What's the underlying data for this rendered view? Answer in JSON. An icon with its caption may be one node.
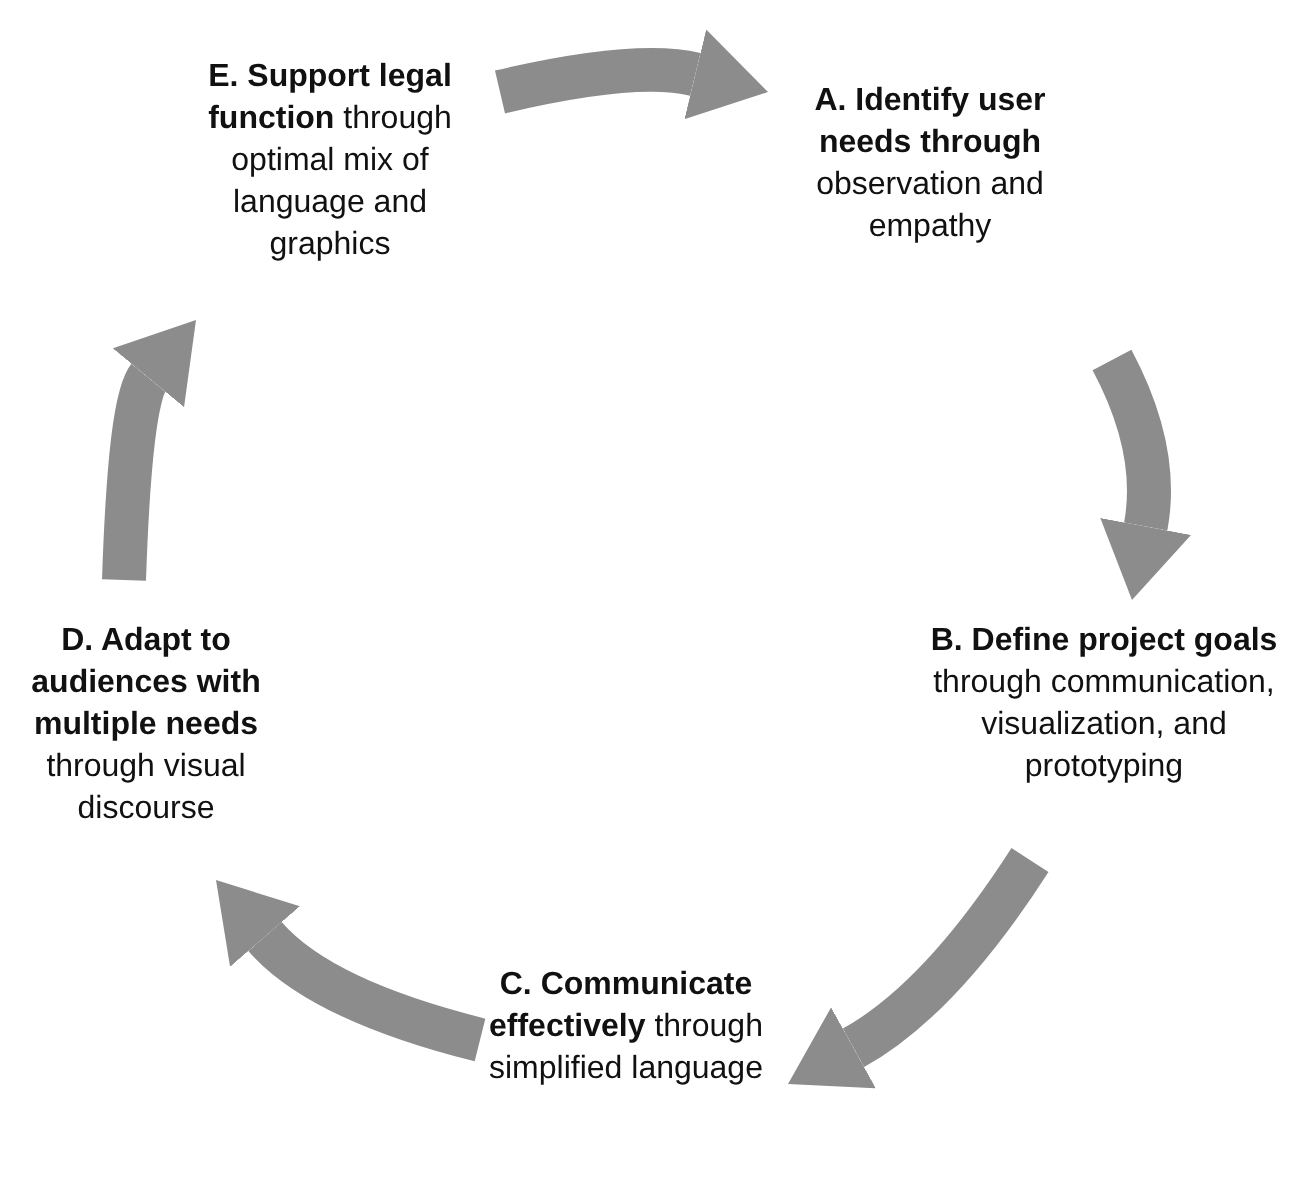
{
  "diagram": {
    "nodes": [
      {
        "text": [
          "**E. Support legal function** through optimal mix of language and graphics"
        ]
      },
      {
        "text": [
          "**A. Identify user needs through** observation and empathy"
        ]
      },
      {
        "text": [
          "**D. Adapt to audiences with multiple needs** through visual discourse"
        ]
      },
      {
        "text": [
          "**B. Define project goals** through communication, visualization, and prototyping"
        ]
      },
      {
        "text": [
          "**C. Communicate effectively** through simplified language"
        ]
      }
    ],
    "edges": [
      {
        "from": 0,
        "to": 1,
        "arrow": "to"
      },
      {
        "from": 1,
        "to": 3,
        "arrow": "to"
      },
      {
        "from": 3,
        "to": 4,
        "arrow": "to"
      },
      {
        "from": 4,
        "to": 2,
        "arrow": "to"
      },
      {
        "from": 2,
        "to": 0,
        "arrow": "to"
      }
    ]
  }
}
